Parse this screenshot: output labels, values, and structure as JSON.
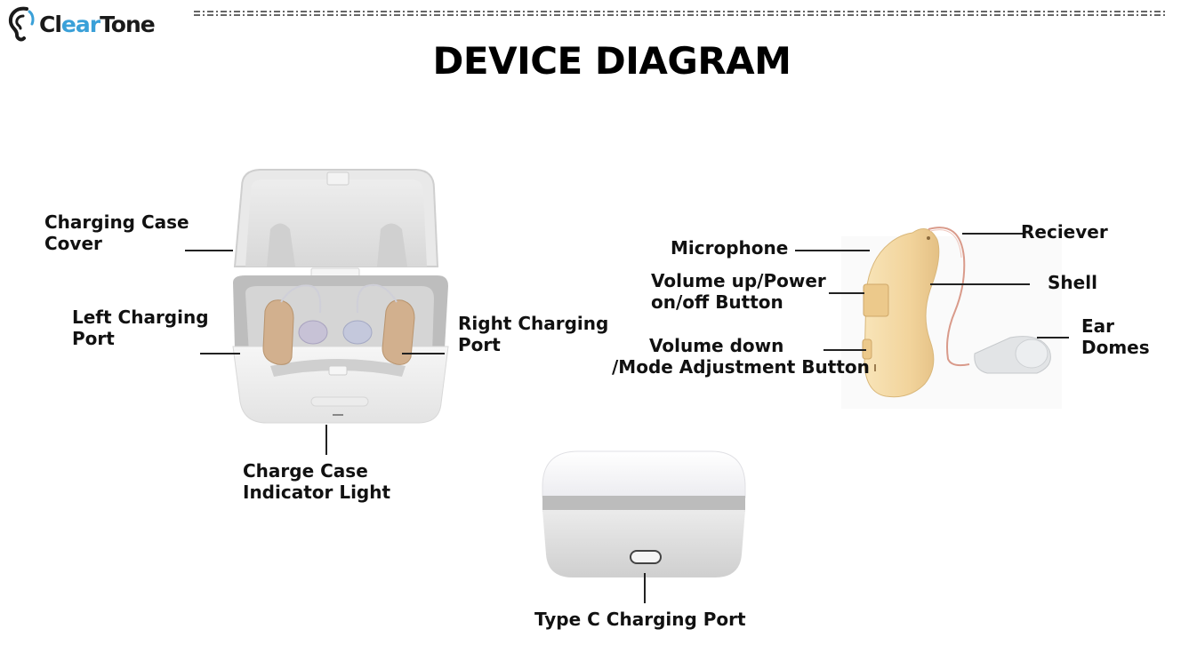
{
  "brand": {
    "name_start": "Cl",
    "name_accent": "ear",
    "name_end": "Tone"
  },
  "title": "DEVICE DIAGRAM",
  "labels": {
    "charging_case_cover": [
      "Charging Case",
      "Cover"
    ],
    "left_charging_port": [
      "Left Charging",
      "Port"
    ],
    "right_charging_port": [
      "Right Charging",
      "Port"
    ],
    "charge_case_indicator_light": [
      "Charge Case",
      "Indicator Light"
    ],
    "type_c_charging_port": "Type C Charging Port",
    "microphone": "Microphone",
    "reciever": "Reciever",
    "volume_up_power": [
      "Volume up/Power",
      "on/off Button"
    ],
    "shell": "Shell",
    "volume_down_mode": [
      "Volume down",
      "/Mode Adjustment Button"
    ],
    "ear_domes": [
      "Ear",
      "Domes"
    ]
  },
  "colors": {
    "brand_accent": "#3aa0d8",
    "case_white": "#f4f4f4",
    "case_gray": "#c8c8c8",
    "hearing_aid_skin": "#f3d9a5",
    "case_hearing_aid": "#d2b08e"
  }
}
